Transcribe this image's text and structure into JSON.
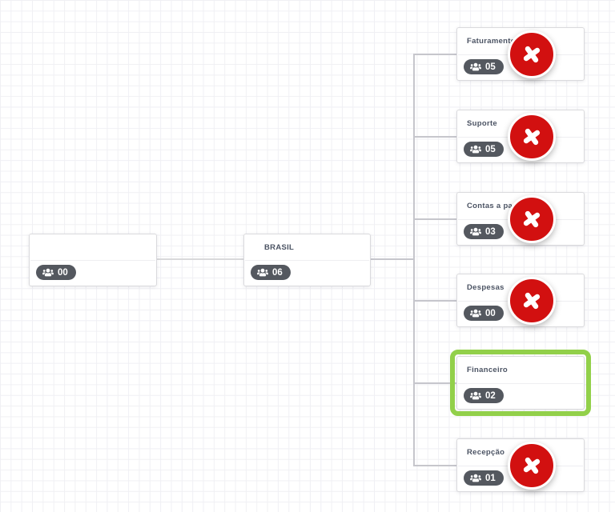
{
  "canvas": {
    "background": "#ffffff",
    "grid_line_color": "#f0f0f4"
  },
  "org_chart": {
    "root_node": {
      "title": "",
      "member_count": "00"
    },
    "parent_node": {
      "title": "BRASIL",
      "member_count": "06"
    },
    "department_nodes": [
      {
        "title": "Faturamento",
        "member_count": "05",
        "has_delete_button": true,
        "selected": false
      },
      {
        "title": "Suporte",
        "member_count": "05",
        "has_delete_button": true,
        "selected": false
      },
      {
        "title": "Contas a pagar",
        "member_count": "03",
        "has_delete_button": true,
        "selected": false
      },
      {
        "title": "Despesas",
        "member_count": "00",
        "has_delete_button": true,
        "selected": false
      },
      {
        "title": "Financeiro",
        "member_count": "02",
        "has_delete_button": false,
        "selected": true
      },
      {
        "title": "Recepção",
        "member_count": "01",
        "has_delete_button": true,
        "selected": false
      }
    ]
  },
  "icons": {
    "member_badge_icon": "users-group-icon",
    "delete_icon": "x-cross-icon"
  },
  "colors": {
    "delete_button_red": "#d21010",
    "selection_green": "#92d04a",
    "badge_background": "#54585f",
    "node_border": "#dadadd",
    "connector_line": "#c6c6cc",
    "title_text": "#4b5363"
  }
}
